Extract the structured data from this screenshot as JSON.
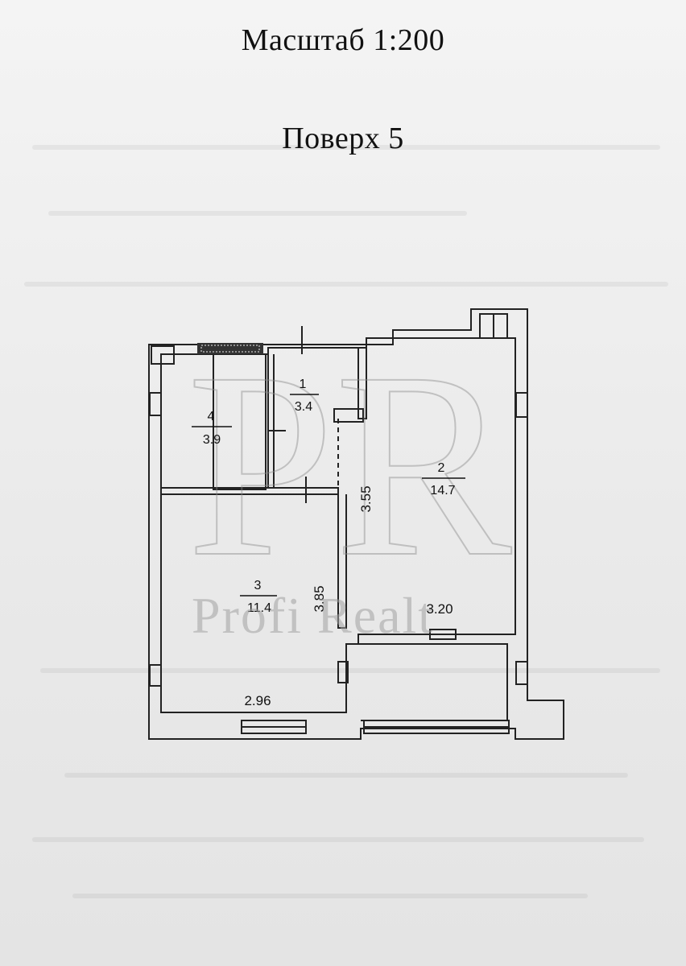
{
  "header": {
    "scale": "Масштаб 1:200",
    "floor": "Поверх 5"
  },
  "rooms": [
    {
      "number": "1",
      "area": "3.4"
    },
    {
      "number": "2",
      "area": "14.7"
    },
    {
      "number": "3",
      "area": "11.4"
    },
    {
      "number": "4",
      "area": "3.9"
    }
  ],
  "dimensions": {
    "height_room2": "3.55",
    "height_room3": "3.85",
    "width_room2": "3.20",
    "width_room3": "2.96"
  },
  "watermark": {
    "monogram": "PR",
    "text": "Profi Realt"
  }
}
